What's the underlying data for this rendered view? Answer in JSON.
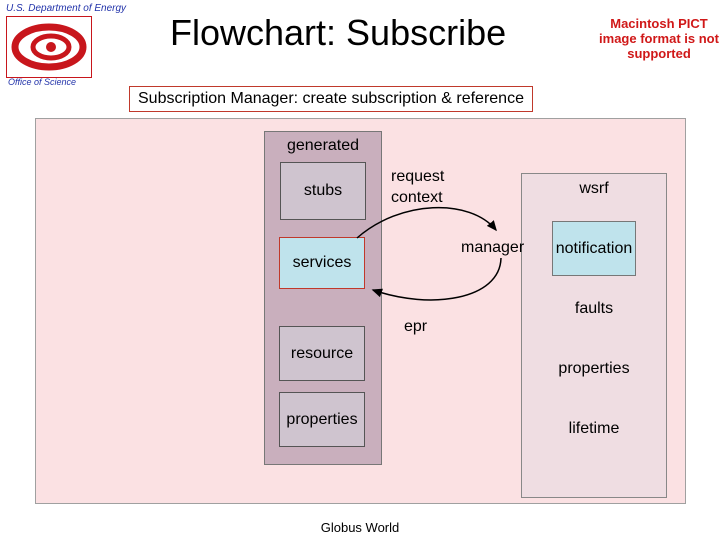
{
  "header": {
    "org_name": "U.S. Department of Energy",
    "office_name": "Office of Science",
    "title": "Flowchart: Subscribe",
    "image_notice": "Macintosh PICT image format is not supported"
  },
  "subtitle": "Subscription Manager: create subscription & reference",
  "diagram": {
    "generated_label": "generated",
    "stubs": "stubs",
    "services": "services",
    "resource": "resource",
    "properties": "properties",
    "request_context": "request\ncontext",
    "manager": "manager",
    "epr": "epr",
    "wsrf_label": "wsrf",
    "notification": "notification",
    "faults": "faults",
    "wsrf_properties": "properties",
    "lifetime": "lifetime"
  },
  "colors": {
    "logo_red": "#c8161c",
    "header_blue": "#2233aa",
    "canvas_pink": "#fbe1e3",
    "generated_mauve": "#c9afbd",
    "highlight_cyan": "#bfe3ec"
  },
  "footer": "Globus World"
}
